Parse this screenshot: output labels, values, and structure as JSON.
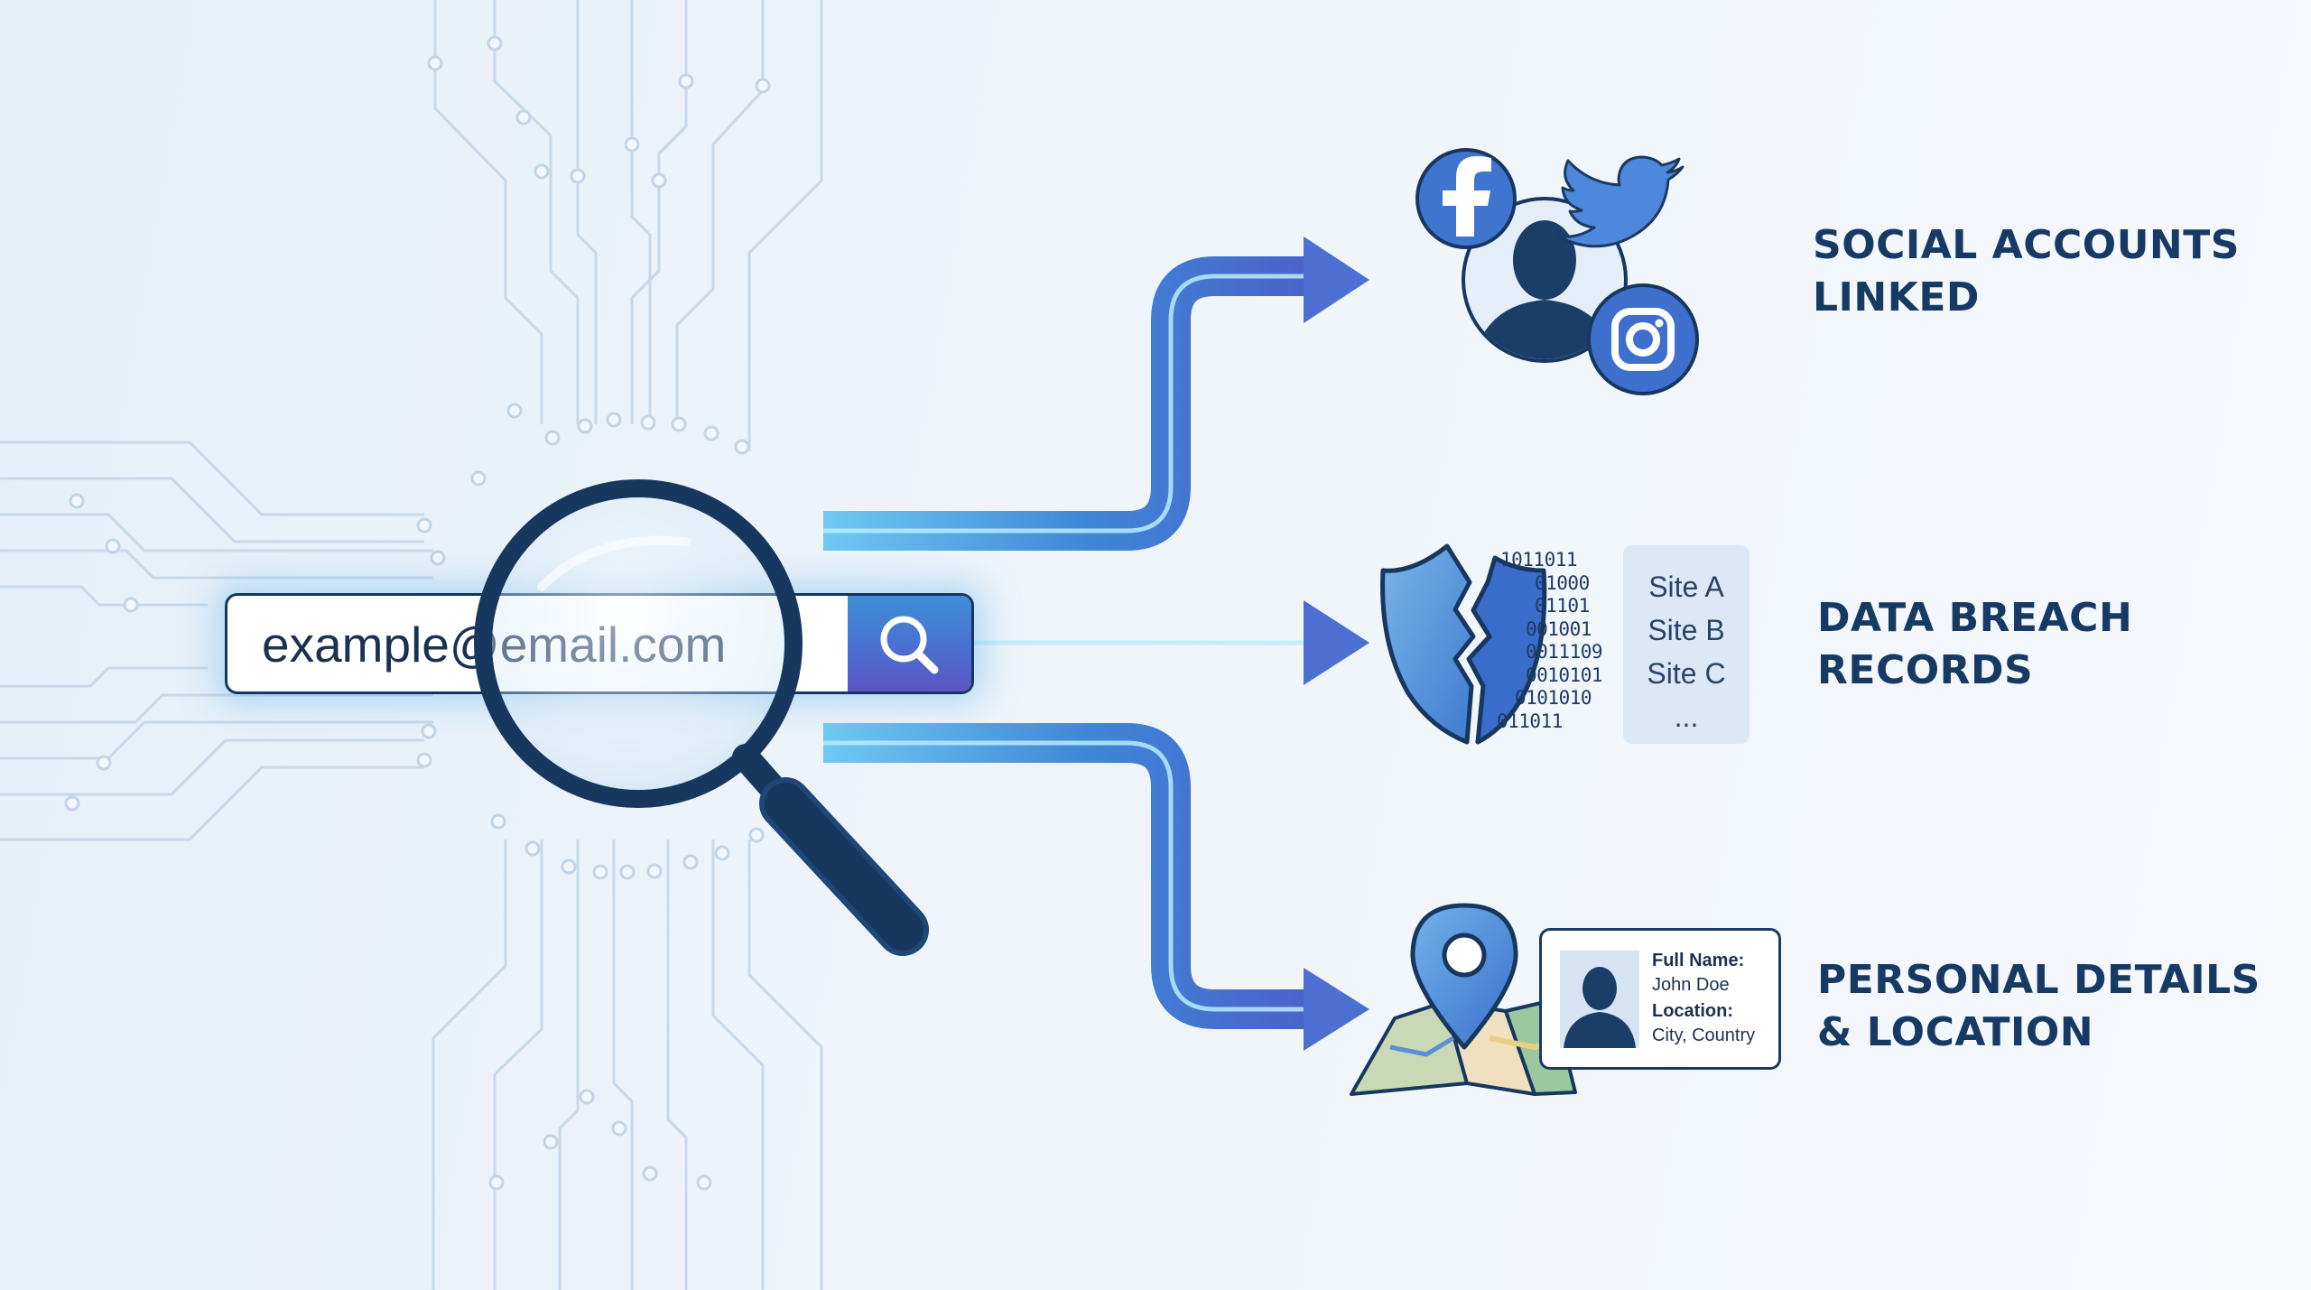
{
  "search": {
    "value": "example@email.com"
  },
  "results": [
    {
      "line1": "SOCIAL ACCOUNTS",
      "line2": "LINKED",
      "icons": [
        "facebook-icon",
        "twitter-icon",
        "instagram-icon",
        "user-icon"
      ]
    },
    {
      "line1": "DATA BREACH",
      "line2": "RECORDS",
      "icons": [
        "broken-shield-icon"
      ]
    },
    {
      "line1": "PERSONAL DETAILS",
      "line2": "& LOCATION",
      "icons": [
        "location-pin-icon",
        "map-icon"
      ]
    }
  ],
  "breach": {
    "binary_lines": [
      "1011011",
      "01000",
      "01101",
      "001001",
      "0011109",
      "0010101",
      "0101010",
      "011011"
    ],
    "sites": [
      "Site A",
      "Site B",
      "Site C",
      "..."
    ]
  },
  "profile_card": {
    "name_label": "Full Name:",
    "name_value": "John Doe",
    "location_label": "Location:",
    "location_value": "City, Country"
  },
  "colors": {
    "navy": "#15365f",
    "arrow_light": "#6ec6f0",
    "arrow_mid": "#3f7fd3",
    "arrow_dark": "#4a63c9",
    "circuit": "#c6d7e8"
  }
}
